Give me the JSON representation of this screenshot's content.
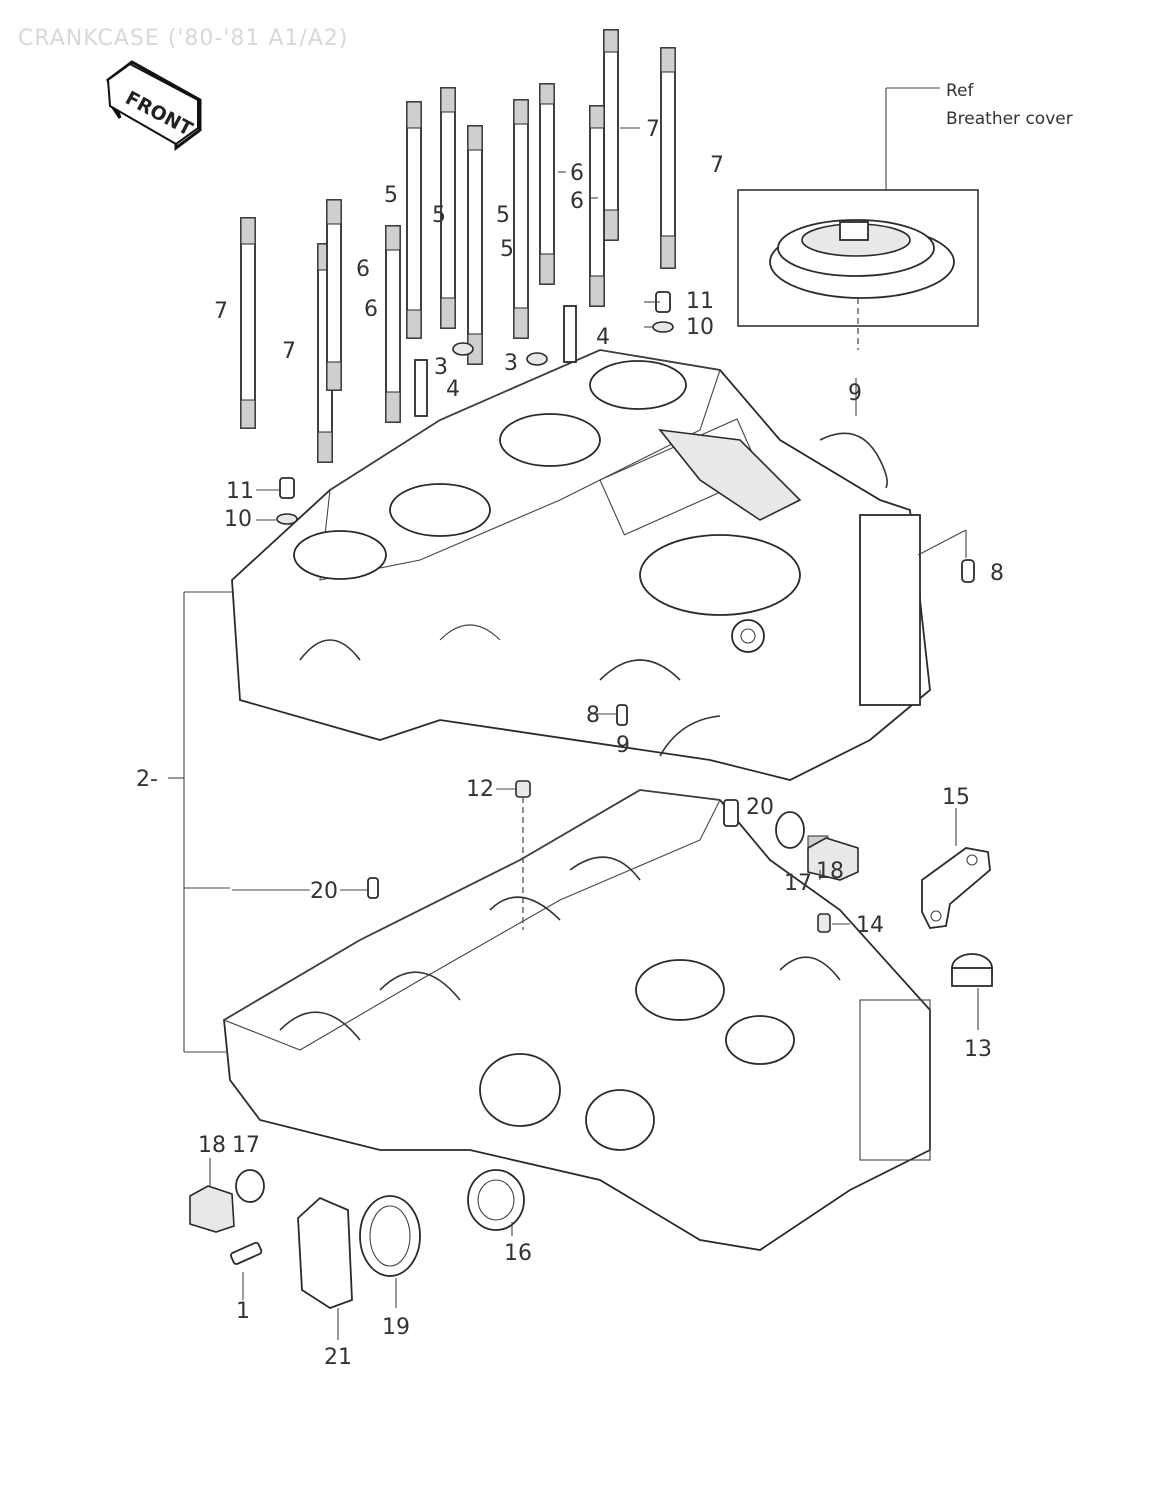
{
  "title": "CRANKCASE ('80-'81 A1/A2)",
  "front_arrow_label": "FRONT",
  "breather_ref": {
    "line1": "Ref",
    "line2": "Breather cover"
  },
  "callouts": {
    "c1": "1",
    "c2": "2-",
    "c3a": "3",
    "c3b": "3",
    "c4a": "4",
    "c4b": "4",
    "c5a": "5",
    "c5b": "5",
    "c5c": "5",
    "c5d": "5",
    "c6a": "6",
    "c6b": "6",
    "c6c": "6",
    "c6d": "6",
    "c7a": "7",
    "c7b": "7",
    "c7c": "7",
    "c7d": "7",
    "c8a": "8",
    "c8b": "8",
    "c9a": "9",
    "c9b": "9",
    "c10a": "10",
    "c10b": "10",
    "c11a": "11",
    "c11b": "11",
    "c12": "12",
    "c13": "13",
    "c14": "14",
    "c15": "15",
    "c16": "16",
    "c17a": "17",
    "c17b": "17",
    "c18a": "18",
    "c18b": "18",
    "c19": "19",
    "c20a": "20",
    "c20b": "20",
    "c21": "21"
  }
}
